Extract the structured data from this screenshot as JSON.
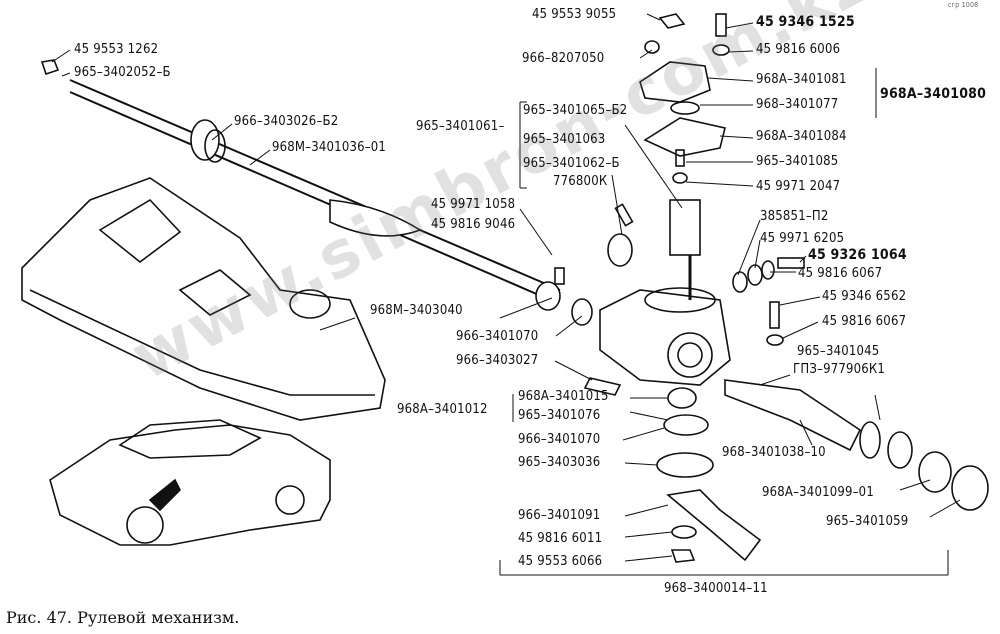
{
  "caption": "Рис. 47. Рулевой механизм.",
  "watermark": "www.simbron-com.kz",
  "corner_mark": "сгр 1008",
  "labels": {
    "nut_455531262": "45 9553 1262",
    "l_965_3402052": "965–3402052–Б",
    "l_966_3403026": "966–3403026–Б2",
    "l_968m_3401036": "968М–3401036–01",
    "l_965_3401061": "965–3401061–",
    "l_965_3401065": "965–3401065–Б2",
    "l_965_3401063": "965–3401063",
    "l_965_3401062": "965–3401062–Б",
    "l_776800": "776800К",
    "l_45_9971_1058": "45 9971 1058",
    "l_45_9816_9046": "45 9816 9046",
    "l_968m_3403040": "968М–3403040",
    "l_966_3401070a": "966–3401070",
    "l_966_3403027": "966–3403027",
    "l_968a_3401015": "968А–3401015",
    "l_968a_3401012": "968А–3401012",
    "l_965_3401076": "965–3401076",
    "l_966_3401070b": "966–3401070",
    "l_965_3403036": "965–3403036",
    "l_966_3401091": "966–3401091",
    "l_45_9816_6011": "45 9816 6011",
    "l_45_9553_6066": "45 9553 6066",
    "l_968_3400014": "968–3400014–11",
    "l_45_9553_9055": "45 9553 9055",
    "l_966_8207050": "966–8207050",
    "l_45_9346_1525": "45 9346 1525",
    "l_45_9816_6006": "45 9816 6006",
    "l_968a_3401081": "968А–3401081",
    "l_968a_3401080": "968А–3401080",
    "l_968_3401077": "968–3401077",
    "l_968a_3401084": "968А–3401084",
    "l_965_3401085": "965–3401085",
    "l_45_9971_2047": "45 9971 2047",
    "l_385851": "385851–П2",
    "l_45_9971_6205": "45 9971 6205",
    "l_45_9326_1064": "45 9326 1064",
    "l_45_9816_6067a": "45 9816 6067",
    "l_45_9346_6562": "45 9346 6562",
    "l_45_9816_6067b": "45 9816 6067",
    "l_965_3401045": "965–3401045",
    "l_gpz": "ГПЗ–977906К1",
    "l_968_3401038": "968–3401038–10",
    "l_968a_3401099": "968А–3401099–01",
    "l_965_3401059": "965–3401059"
  }
}
